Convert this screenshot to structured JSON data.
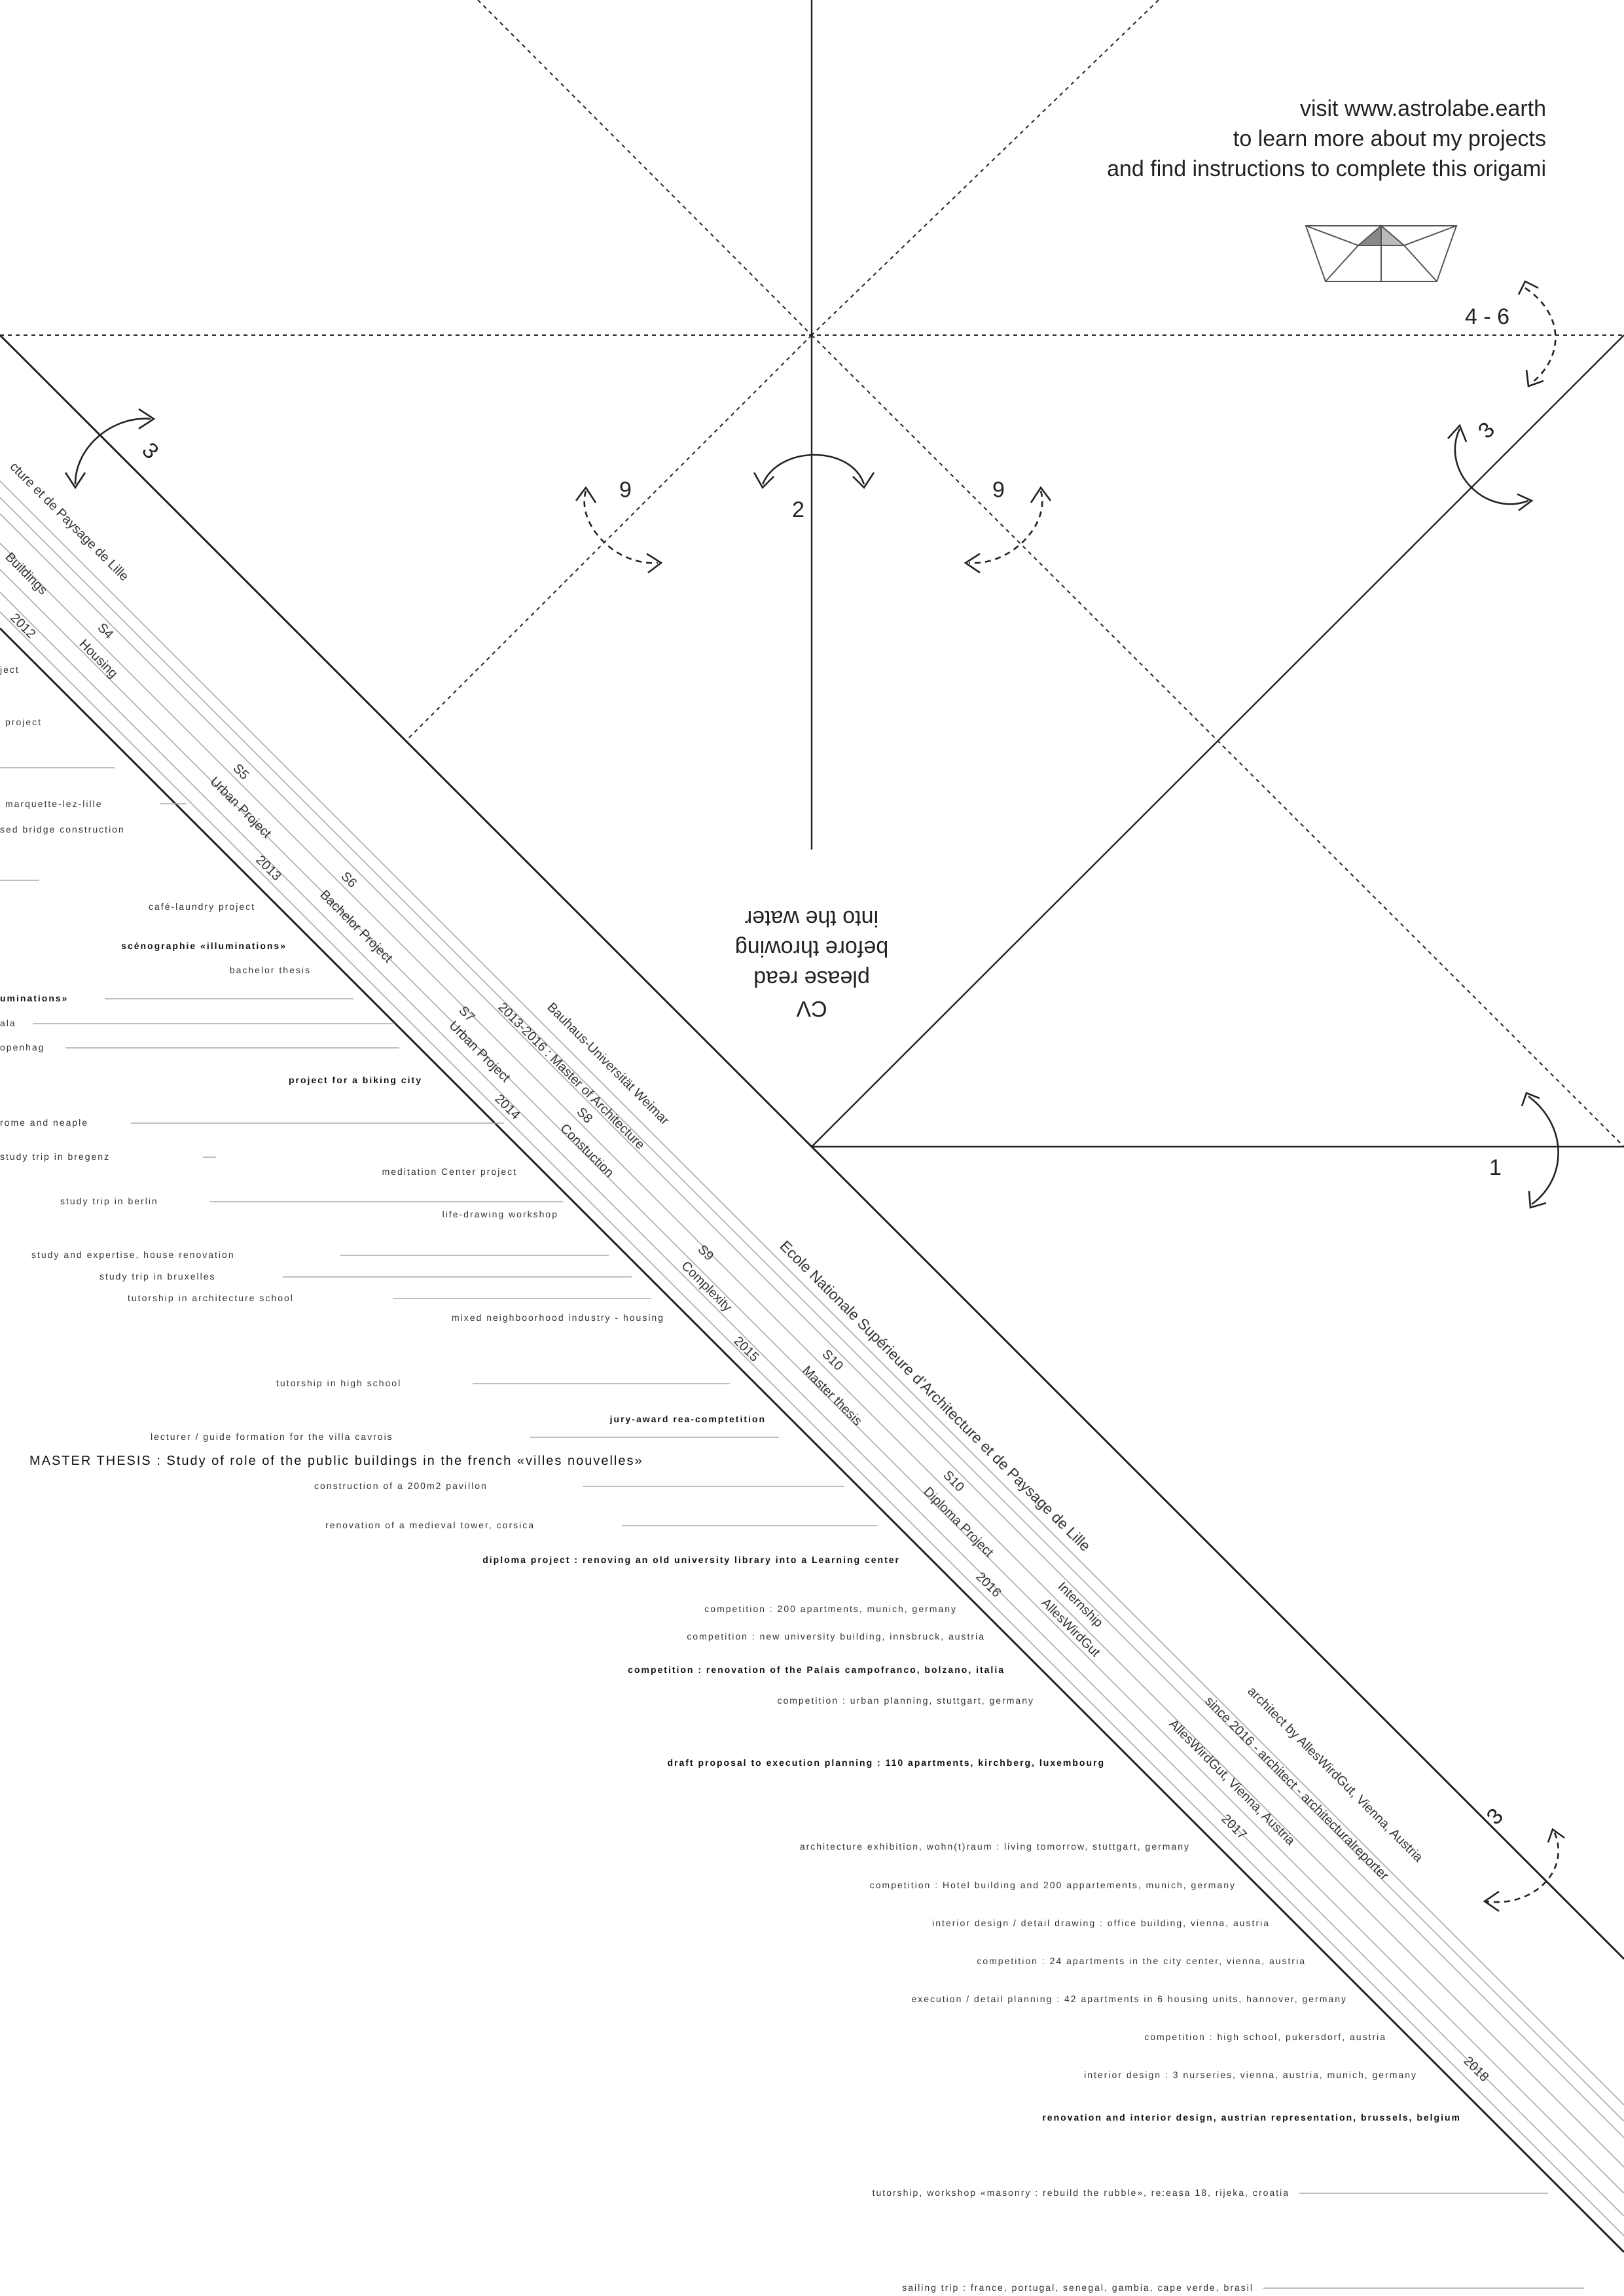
{
  "visit": {
    "line1": "visit www.astrolabe.earth",
    "line2": "to learn more about my projects",
    "line3": "and find instructions to complete this origami"
  },
  "fold_numbers": {
    "n46": "4 - 6",
    "n3_right": "3",
    "n3_left": "3",
    "n6_left": "6",
    "n6_right": "6",
    "n2": "2",
    "n1": "1",
    "n3_bottom": "3"
  },
  "cv_heading": {
    "line1": "CV",
    "line2": "please read",
    "line3": "before throwing",
    "line4": "into the water"
  },
  "bands": {
    "lille1": "cture et de Paysage de Lille",
    "buildings": "Buildings",
    "y2012": "2012",
    "s4": "S4",
    "housing": "Housing",
    "s5": "S5",
    "urban1": "Urban Project",
    "y2013": "2013",
    "s6": "S6",
    "bachelor": "Bachelor Project",
    "s7": "S7",
    "urban2": "Urban Project",
    "master_years": "2013-2016 : Master of Architecture",
    "bauhaus": "Bauhaus-Universität Weimar",
    "y2014": "2014",
    "s8": "S8",
    "construction": "Constuction",
    "s9": "S9",
    "complexity": "Complexity",
    "ensap": "Ecole Nationale Supérieure d’Architecture et de Paysage de Lille",
    "y2015": "2015",
    "s10a": "S10",
    "master_thesis": "Master thesis",
    "s10b": "S10",
    "diploma": "Diploma Project",
    "y2016": "2016",
    "internship": "Internship",
    "alleswirdgut1": "AllesWirdGut",
    "architect": "architect by AllesWirdGut, Vienna, Austria",
    "since2016": "since 2016 - architect - architecturalreporter",
    "awg_vienna": "AllesWirdGut, Vienna, Austria",
    "y2017": "2017",
    "y2018": "2018"
  },
  "events": [
    {
      "text": "ject"
    },
    {
      "text": "project"
    },
    {
      "text": "marquette-lez-lille"
    },
    {
      "text": "sed bridge construction"
    },
    {
      "text": "café-laundry project"
    },
    {
      "text": "scénographie «illuminations»"
    },
    {
      "text": "bachelor thesis"
    },
    {
      "text": "uminations»"
    },
    {
      "text": "ala"
    },
    {
      "text": "openhag"
    },
    {
      "text": "project for a biking city"
    },
    {
      "text": "rome and neaple"
    },
    {
      "text": "study trip in bregenz"
    },
    {
      "text": "meditation Center project"
    },
    {
      "text": "study trip in berlin"
    },
    {
      "text": "life-drawing workshop"
    },
    {
      "text": "study and expertise, house renovation"
    },
    {
      "text": "study trip in bruxelles"
    },
    {
      "text": "tutorship in architecture school"
    },
    {
      "text": "mixed neighboorhood  industry - housing"
    },
    {
      "text": "tutorship in high school"
    },
    {
      "text": "jury-award  rea-comptetition"
    },
    {
      "text": "lecturer / guide formation for the villa cavrois"
    },
    {
      "text": "MASTER THESIS : Study of role of the public buildings in the french «villes nouvelles»"
    },
    {
      "text": "construction of a 200m2 pavillon"
    },
    {
      "text": "renovation of a medieval tower, corsica"
    },
    {
      "text": "diploma project :  renoving an old university library into a Learning center"
    },
    {
      "text": "competition  : 200 apartments, munich, germany"
    },
    {
      "text": "competition  : new university building, innsbruck, austria"
    },
    {
      "text": "competition  : renovation of the Palais campofranco, bolzano, italia"
    },
    {
      "text": "competition  : urban planning, stuttgart, germany"
    },
    {
      "text": "draft proposal to execution planning : 110 apartments, kirchberg, luxembourg"
    },
    {
      "text": "architecture exhibition, wohn(t)raum : living tomorrow, stuttgart, germany"
    },
    {
      "text": "competition   : Hotel building and 200 appartements, munich, germany"
    },
    {
      "text": "interior  design / detail drawing : office building, vienna, austria"
    },
    {
      "text": "competition : 24 apartments in the city center, vienna, austria"
    },
    {
      "text": "execution / detail planning : 42 apartments in 6 housing units, hannover, germany"
    },
    {
      "text": "competition : high school, pukersdorf, austria"
    },
    {
      "text": "interior design : 3 nurseries, vienna, austria, munich, germany"
    },
    {
      "text": "renovation and interior design, austrian representation, brussels, belgium"
    },
    {
      "text": "tutorship, workshop «masonry  : rebuild the rubble», re:easa 18, rijeka, croatia"
    },
    {
      "text": "sailing trip : france, portugal, senegal, gambia, cape verde, brasil"
    }
  ]
}
